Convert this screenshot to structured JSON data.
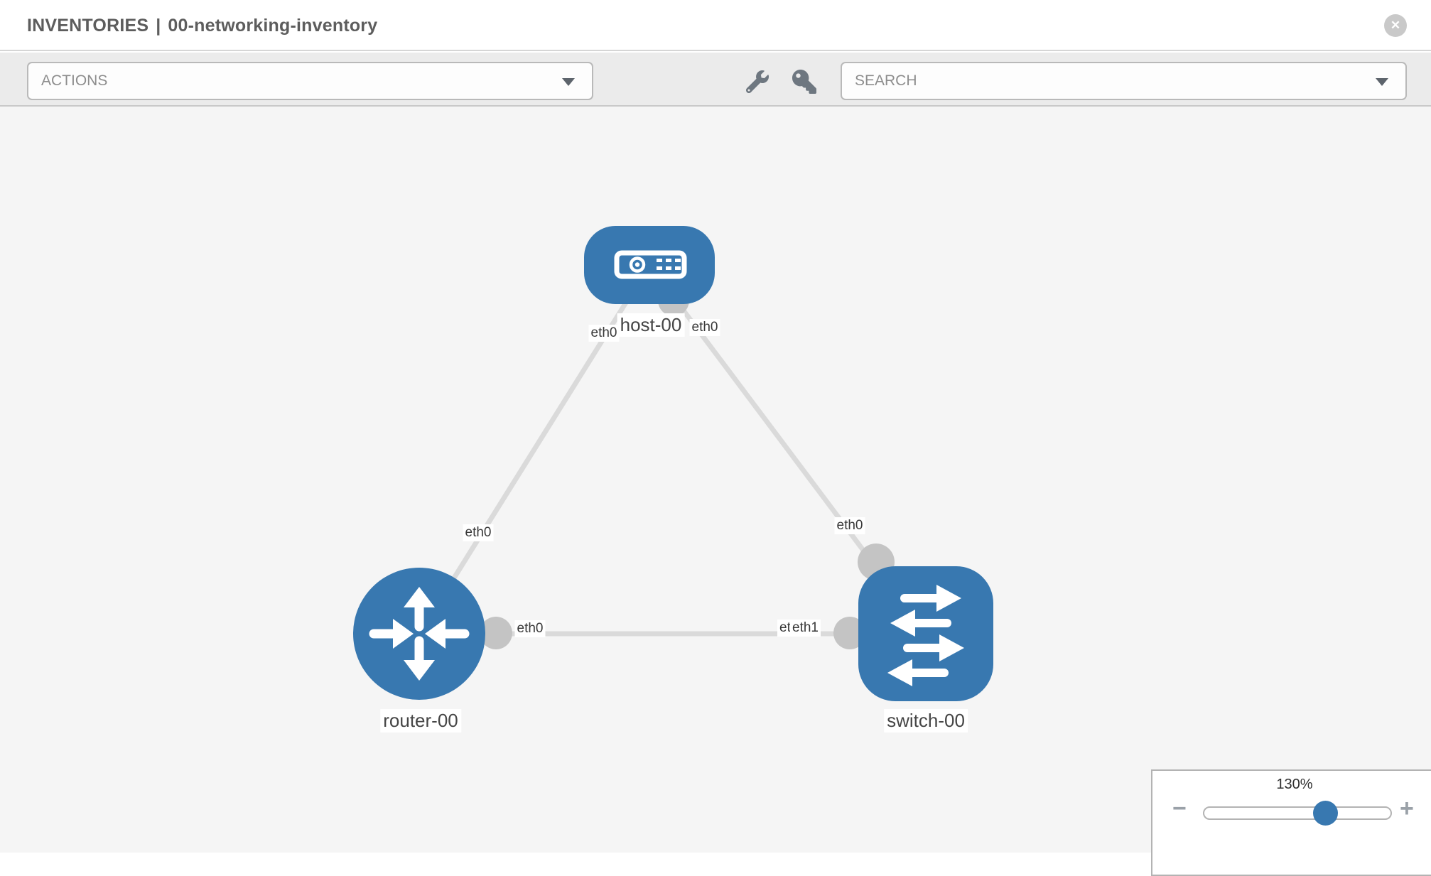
{
  "header": {
    "section": "INVENTORIES",
    "separator": "|",
    "inventory_name": "00-networking-inventory"
  },
  "toolbar": {
    "actions_label": "ACTIONS",
    "search_placeholder": "SEARCH"
  },
  "icons": {
    "close": "✕",
    "wrench": "wrench-icon",
    "key": "key-icon"
  },
  "topology": {
    "nodes": [
      {
        "id": "host-00",
        "label": "host-00",
        "type": "host"
      },
      {
        "id": "router-00",
        "label": "router-00",
        "type": "router"
      },
      {
        "id": "switch-00",
        "label": "switch-00",
        "type": "switch"
      }
    ],
    "links": [
      {
        "source": "router-00",
        "target": "host-00"
      },
      {
        "source": "host-00",
        "target": "switch-00"
      },
      {
        "source": "router-00",
        "target": "switch-00"
      }
    ],
    "interface_labels": [
      {
        "text": "eth0",
        "node": "host-00",
        "position": "below-left"
      },
      {
        "text": "eth0",
        "node": "host-00",
        "position": "below-right"
      },
      {
        "text": "eth0",
        "node": "router-00",
        "position": "above"
      },
      {
        "text": "eth0",
        "node": "router-00",
        "position": "right"
      },
      {
        "text": "eth0",
        "node": "switch-00",
        "position": "left-under"
      },
      {
        "text": "eth1",
        "node": "switch-00",
        "position": "left"
      },
      {
        "text": "eth0",
        "node": "switch-00",
        "position": "top"
      }
    ]
  },
  "zoom_control": {
    "level": "130%",
    "minus_label": "−",
    "plus_label": "+"
  },
  "colors": {
    "node_fill": "#3878b0",
    "link": "#dadada",
    "interface_dot": "#c4c4c4",
    "canvas_bg": "#f5f5f5",
    "toolbar_bg": "#ebebeb"
  }
}
